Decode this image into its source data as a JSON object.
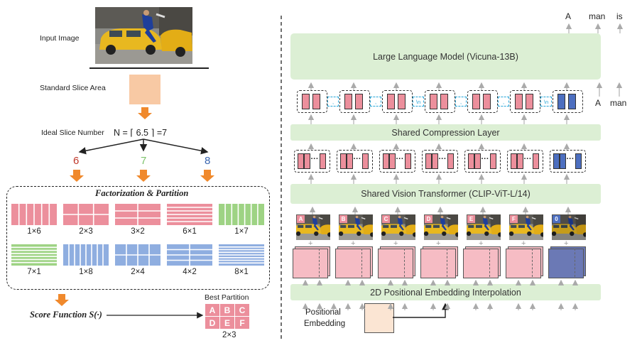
{
  "left": {
    "input_image_label": "Input Image",
    "standard_slice_label": "Standard Slice Area",
    "ideal_slice_label": "Ideal Slice Number",
    "ideal_formula": "N = ⌈ 6.5 ⌉ =7",
    "candidates": [
      {
        "value": "6",
        "color": "#c0392b"
      },
      {
        "value": "7",
        "color": "#7dc36b"
      },
      {
        "value": "8",
        "color": "#3a66b0"
      }
    ],
    "factorization_title": "Factorization & Partition",
    "partitions": [
      {
        "label": "1×6",
        "rows": 1,
        "cols": 6,
        "color": "#ec8f9c"
      },
      {
        "label": "2×3",
        "rows": 2,
        "cols": 3,
        "color": "#ec8f9c"
      },
      {
        "label": "3×2",
        "rows": 3,
        "cols": 2,
        "color": "#ec8f9c"
      },
      {
        "label": "6×1",
        "rows": 6,
        "cols": 1,
        "color": "#ec8f9c"
      },
      {
        "label": "1×7",
        "rows": 1,
        "cols": 7,
        "color": "#9ed384"
      },
      {
        "label": "7×1",
        "rows": 7,
        "cols": 1,
        "color": "#9ed384"
      },
      {
        "label": "1×8",
        "rows": 1,
        "cols": 8,
        "color": "#8faee0"
      },
      {
        "label": "2×4",
        "rows": 2,
        "cols": 4,
        "color": "#8faee0"
      },
      {
        "label": "4×2",
        "rows": 4,
        "cols": 2,
        "color": "#8faee0"
      },
      {
        "label": "8×1",
        "rows": 8,
        "cols": 1,
        "color": "#8faee0"
      }
    ],
    "score_function_label": "Score Function S(·)",
    "best_partition_label": "Best Partition",
    "best_cells": [
      "A",
      "B",
      "C",
      "D",
      "E",
      "F"
    ],
    "best_size_label": "2×3"
  },
  "right": {
    "llm_label": "Large Language Model (Vicuna-13B)",
    "output_tokens": [
      "A",
      "man",
      "is"
    ],
    "input_text_tokens": [
      "A",
      "man"
    ],
    "separator_tokens": [
      ",",
      ",",
      "\\n",
      ",",
      ",",
      "\\n"
    ],
    "compression_label": "Shared Compression Layer",
    "vit_label": "Shared Vision Transformer (CLIP-ViT-L/14)",
    "slice_tags": [
      "A",
      "B",
      "C",
      "D",
      "E",
      "F",
      "0"
    ],
    "pos_interp_label": "2D Positional Embedding Interpolation",
    "pos_embedding_label_line1": "Positional",
    "pos_embedding_label_line2": "Embedding"
  },
  "colors": {
    "pink": "#ec8f9c",
    "pink_light": "#f6bcc4",
    "blue": "#4d6fc0",
    "blue_patch": "#6b79b5",
    "green_bar": "#dcefd4",
    "orange_arrow": "#f0892c",
    "peach": "#f8c9a4",
    "peach_light": "#fbe5d3",
    "cyan_dash": "#27a6d8"
  }
}
